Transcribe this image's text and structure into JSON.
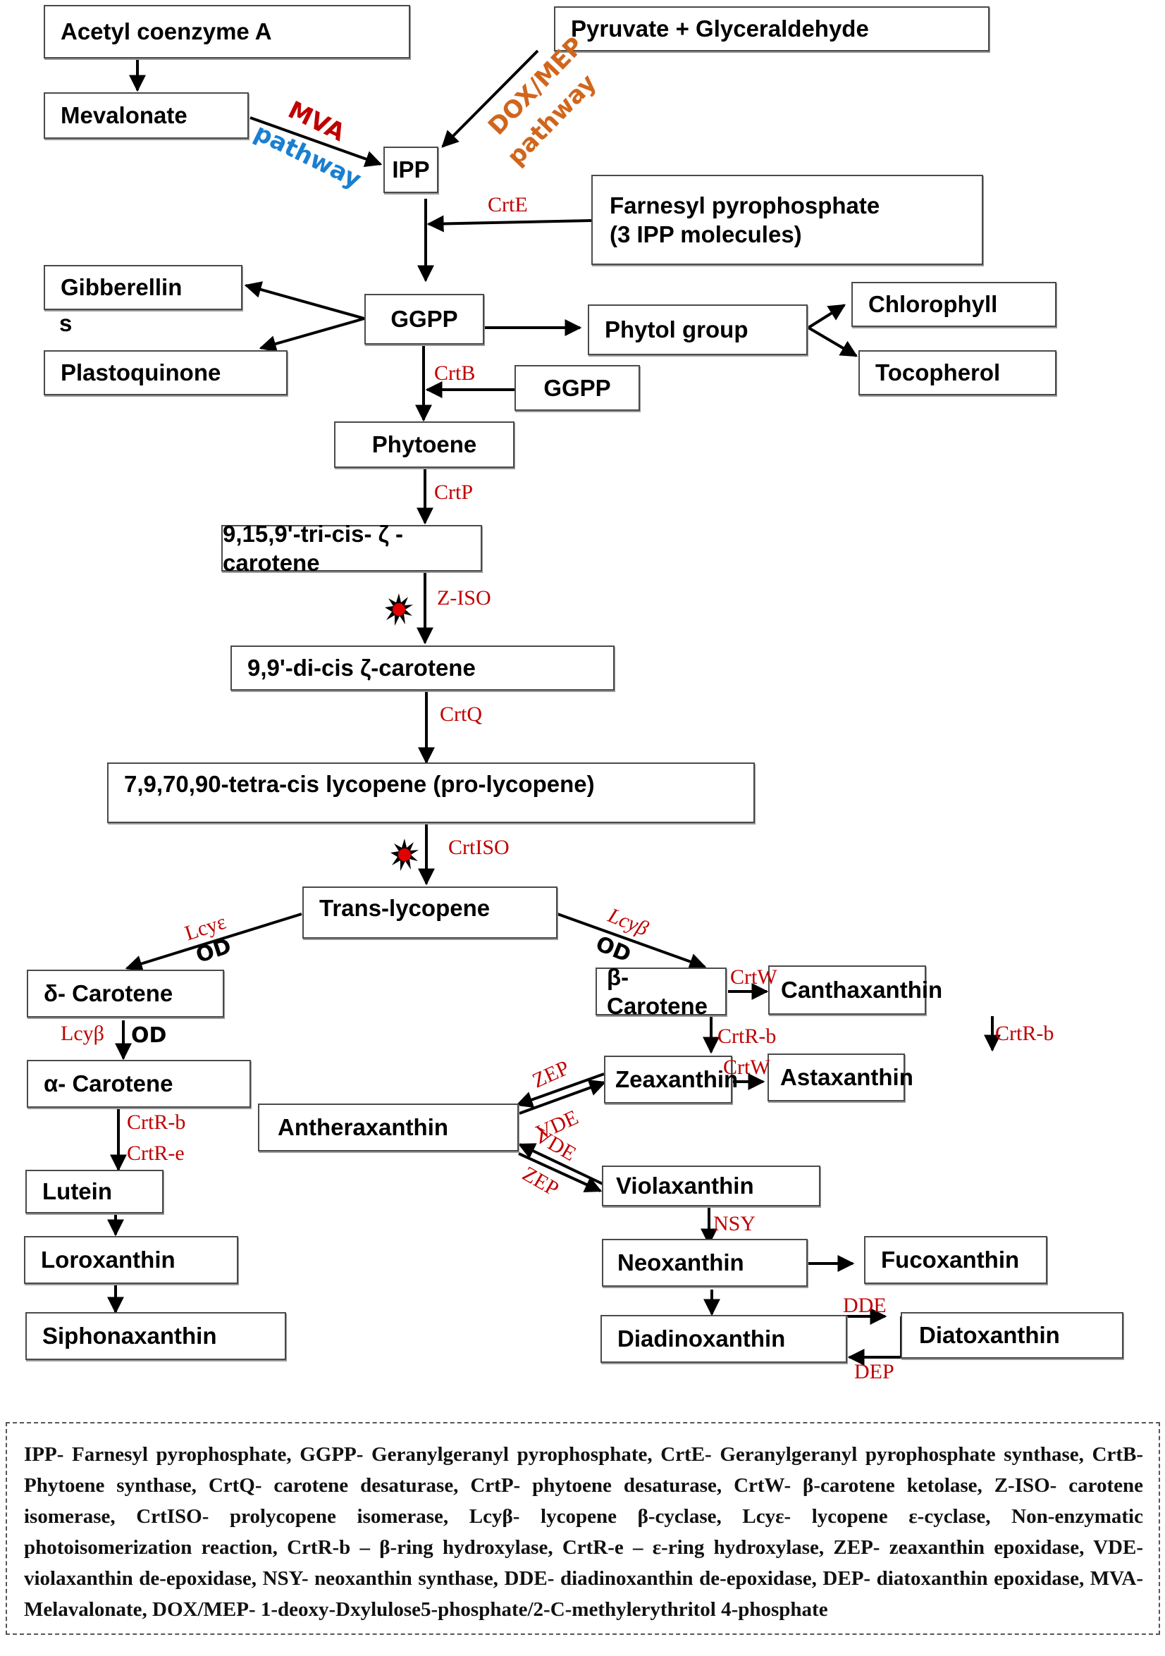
{
  "colors": {
    "enzyme": "#c00000",
    "mva": "#c00000",
    "pathway_blue": "#1a7fd1",
    "dox_mep": "#d0661c"
  },
  "nodes": {
    "acetyl_coa": "Acetyl coenzyme A",
    "pyruvate": "Pyruvate + Glyceraldehyde",
    "mevalonate": "Mevalonate",
    "ipp": "IPP",
    "farnesyl_line1": "Farnesyl pyrophosphate",
    "farnesyl_line2": "(3 IPP molecules)",
    "gibberellins_line1": "Gibberellin",
    "gibberellins_line2": "s",
    "ggpp": "GGPP",
    "phytol": "Phytol group",
    "chlorophyll": "Chlorophyll",
    "tocopherol": "Tocopherol",
    "plastoquinone": "Plastoquinone",
    "ggpp2": "GGPP",
    "phytoene": "Phytoene",
    "tri_cis_zeta": "9,15,9'-tri-cis- ζ -carotene",
    "di_cis_zeta": "9,9'-di-cis ζ-carotene",
    "prolycopene": "7,9,70,90-tetra-cis lycopene (pro-lycopene)",
    "trans_lycopene": "Trans-lycopene",
    "delta_carotene": "δ- Carotene",
    "beta_carotene": "β- Carotene",
    "canthaxanthin": "Canthaxanthin",
    "alpha_carotene": "α- Carotene",
    "zeaxanthin": "Zeaxanthin",
    "astaxanthin": "Astaxanthin",
    "antheraxanthin": "Antheraxanthin",
    "lutein": "Lutein",
    "violaxanthin": "Violaxanthin",
    "loroxanthin": "Loroxanthin",
    "neoxanthin": "Neoxanthin",
    "fucoxanthin": "Fucoxanthin",
    "siphonaxanthin": "Siphonaxanthin",
    "diadinoxanthin": "Diadinoxanthin",
    "diatoxanthin": "Diatoxanthin"
  },
  "pathway_labels": {
    "mva": "MVA",
    "mva_pathway": "pathway",
    "dox_mep": "DOX/MEP",
    "dox_pathway": "pathway"
  },
  "enzymes": {
    "crte": "CrtE",
    "crtb": "CrtB",
    "crtp": "CrtP",
    "ziso": "Z-ISO",
    "crtq": "CrtQ",
    "crtiso": "CrtISO",
    "lcy_e": "Lcyε",
    "lcy_b_right": "Lcyβ",
    "lcy_b_left": "Lcyβ",
    "od_left": "OD",
    "od_right": "OD",
    "od_mid": "OD",
    "crtw_1": "CrtW",
    "crtw_2": "CrtW",
    "crtrb_beta": "CrtR-b",
    "crtrb_cantha": "CrtR-b",
    "crtrb_alpha": "CrtR-b",
    "crtre_alpha": "CrtR-e",
    "zep_top": "ZEP",
    "vde_top": "VDE",
    "vde_bottom": "VDE",
    "zep_bottom": "ZEP",
    "nsy": "NSY",
    "dde": "DDE",
    "dep": "DEP"
  },
  "legend": {
    "text": "IPP- Farnesyl pyrophosphate, GGPP- Geranylgeranyl pyrophosphate, CrtE- Geranylgeranyl pyrophosphate synthase, CrtB- Phytoene synthase, CrtQ- carotene desaturase, CrtP- phytoene desaturase, CrtW- β-carotene ketolase, Z-ISO- carotene isomerase, CrtISO- prolycopene isomerase, Lcyβ- lycopene β-cyclase, Lcyε- lycopene ε-cyclase,   Non-enzymatic photoisomerization reaction, CrtR-b – β-ring hydroxylase, CrtR-e – ε-ring hydroxylase, ZEP- zeaxanthin epoxidase, VDE- violaxanthin de-epoxidase, NSY- neoxanthin synthase, DDE- diadinoxanthin de-epoxidase, DEP- diatoxanthin epoxidase, MVA- Melavalonate, DOX/MEP- 1-deoxy-Dxylulose5-phosphate/2-C-methylerythritol  4-phosphate"
  }
}
